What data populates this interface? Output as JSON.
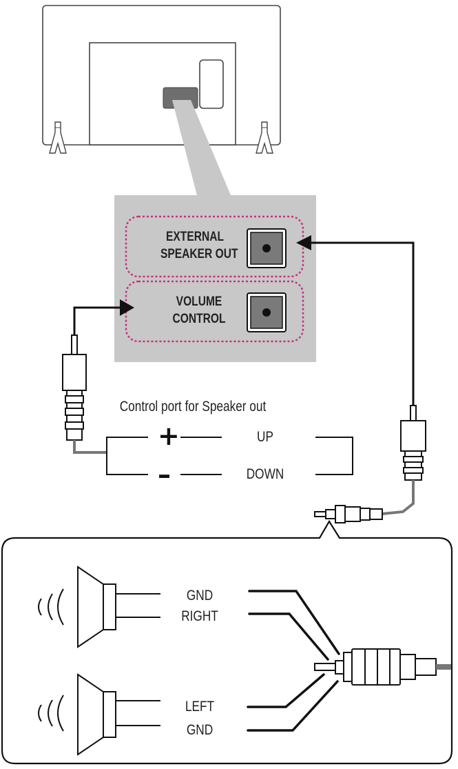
{
  "ports": {
    "external_speaker_out": {
      "line1": "EXTERNAL",
      "line2": "SPEAKER OUT"
    },
    "volume_control": {
      "line1": "VOLUME",
      "line2": "CONTROL"
    }
  },
  "control": {
    "caption": "Control port for Speaker out",
    "plus_sign": "+",
    "minus_sign": "–",
    "up_label": "UP",
    "down_label": "DOWN"
  },
  "wiring": {
    "gnd_top": "GND",
    "right": "RIGHT",
    "left": "LEFT",
    "gnd_bottom": "GND"
  },
  "colors": {
    "panel_gray": "#c8c8c8",
    "dotted_outline": "#c8327a",
    "jack_fill": "#7a7a7a",
    "line": "#111111"
  },
  "icons": [
    "tv-icon",
    "stand-icon",
    "jack-port-icon",
    "plug-icon",
    "speaker-icon",
    "sound-wave-icon",
    "arrow-icon"
  ]
}
